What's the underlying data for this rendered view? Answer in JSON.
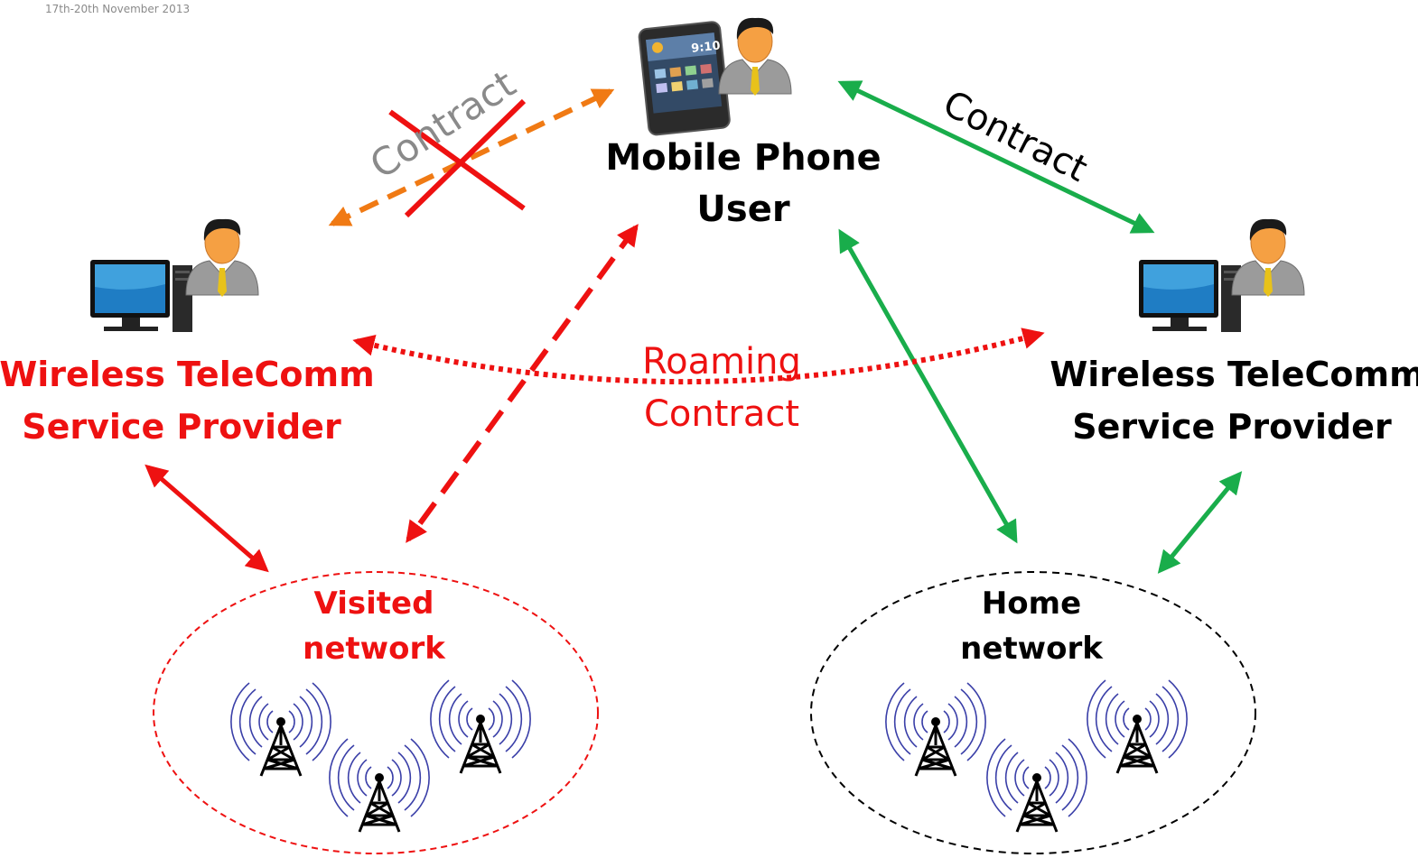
{
  "header": {
    "date": "17th-20th November 2013"
  },
  "colors": {
    "red": "#ee1111",
    "green": "#19ad4b",
    "orange": "#f07a14",
    "black": "#000000",
    "gray": "#8a8a8a",
    "antenna_blue": "#3a3fa8"
  },
  "nodes": {
    "user": {
      "label_line1": "Mobile Phone",
      "label_line2": "User"
    },
    "left_provider": {
      "label_line1": "Wireless TeleComm",
      "label_line2": "Service Provider"
    },
    "right_provider": {
      "label_line1": "Wireless TeleComm",
      "label_line2": "Service Provider"
    },
    "visited_network": {
      "label_line1": "Visited",
      "label_line2": "network"
    },
    "home_network": {
      "label_line1": "Home",
      "label_line2": "network"
    }
  },
  "edges": {
    "void_contract": {
      "label": "Contract",
      "status": "cancelled",
      "icon": "cross-icon"
    },
    "home_contract": {
      "label": "Contract"
    },
    "roaming": {
      "label_line1": "Roaming",
      "label_line2": "Contract"
    }
  },
  "phone": {
    "time": "9:10"
  },
  "icons": [
    "person-icon",
    "smartphone-icon",
    "computer-icon",
    "antenna-tower-icon",
    "cross-icon"
  ]
}
